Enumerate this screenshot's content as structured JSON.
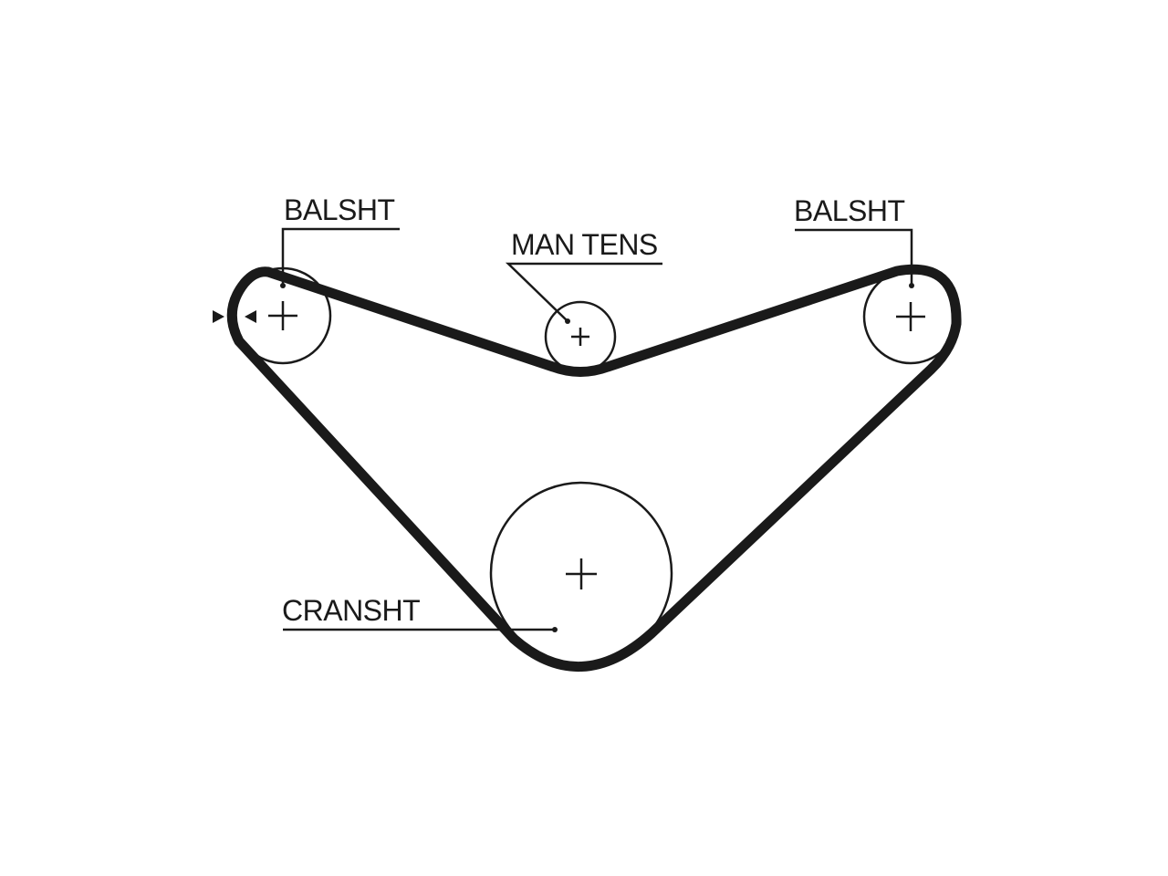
{
  "colors": {
    "belt": "#1a1a1a",
    "outline": "#1a1a1a",
    "background": "#ffffff"
  },
  "labels": {
    "balance_shaft_left": "BALSHT",
    "manual_tensioner": "MAN TENS",
    "balance_shaft_right": "BALSHT",
    "crankshaft": "CRANSHT"
  }
}
